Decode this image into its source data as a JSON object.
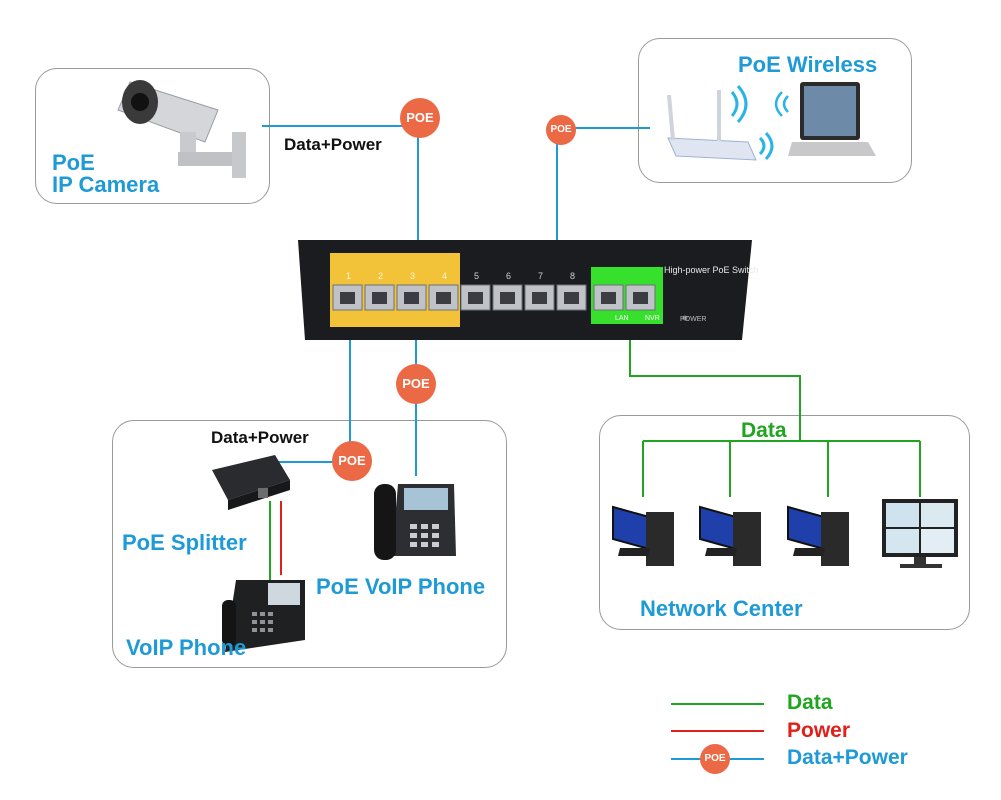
{
  "labels": {
    "camera": [
      "PoE",
      "IP Camera"
    ],
    "wireless": "PoE Wireless",
    "data_power_top": "Data+Power",
    "data_power_left": "Data+Power",
    "splitter": "PoE Splitter",
    "voip_phone": "VoIP Phone",
    "poe_voip_phone": "PoE VoIP Phone",
    "network_center": "Network Center",
    "data": "Data"
  },
  "poe_badge": "POE",
  "switch": {
    "title": "High-power PoE Switch",
    "ports_poe": [
      "1",
      "2",
      "3",
      "4"
    ],
    "ports_other": [
      "5",
      "6",
      "7",
      "8"
    ],
    "lan": "LAN",
    "nvr": "NVR",
    "power": "POWER"
  },
  "legend": [
    {
      "label": "Data",
      "color": "#1fa51f",
      "style": "line"
    },
    {
      "label": "Power",
      "color": "#e0201b",
      "style": "line"
    },
    {
      "label": "Data+Power",
      "color": "#1e9ad6",
      "style": "poe"
    }
  ],
  "colors": {
    "data_line": "#1fa51f",
    "power_line": "#e0201b",
    "data_power_line": "#1e9ad6",
    "poe_badge": "#eb6a45",
    "label_blue": "#1e9ad6"
  }
}
